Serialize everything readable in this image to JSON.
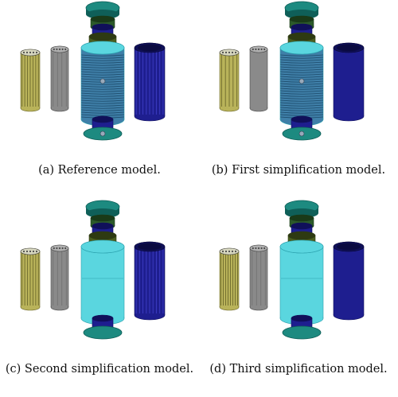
{
  "figure": {
    "panels": [
      {
        "id": "a",
        "caption": "(a) Reference model.",
        "detail": "reference"
      },
      {
        "id": "b",
        "caption": "(b) First simplification model.",
        "detail": "first"
      },
      {
        "id": "c",
        "caption": "(c) Second simplification model.",
        "detail": "second"
      },
      {
        "id": "d",
        "caption": "(d) Third simplification model.",
        "detail": "third"
      }
    ]
  },
  "colors": {
    "teal_cap": "#1d8a80",
    "teal_dark": "#0f5f58",
    "cyan_body": "#5ad6df",
    "cyan_dark": "#2aa0ad",
    "navy": "#1e1e8f",
    "navy_dark": "#10105a",
    "olive": "#b9b35a",
    "olive_dark": "#6e6a2c",
    "gray": "#8a8a8a",
    "gray_dark": "#4a4a4a",
    "steel_blue": "#3f7fa8"
  }
}
